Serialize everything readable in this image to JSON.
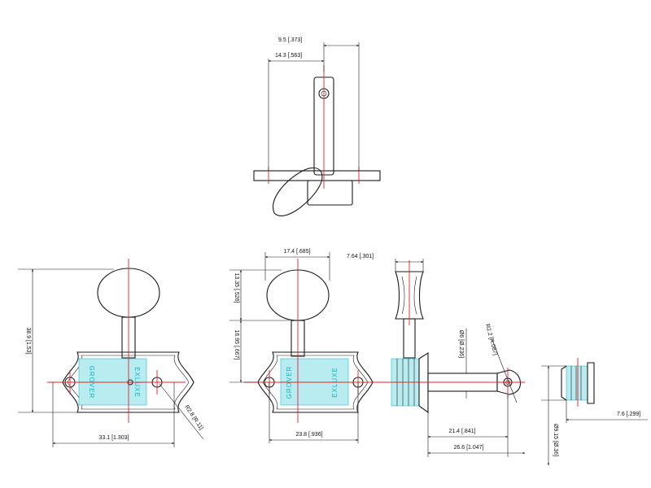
{
  "top_view": {
    "dims": [
      "9.5 [.373]",
      "14.3 [.563]"
    ]
  },
  "side_view": {
    "dims": [
      "38.9 [1.53]",
      "33.1 [1.303]",
      "R2.8 [R.11]"
    ],
    "brand_left": "GROVER",
    "brand_right": "EXLUXE"
  },
  "front_view": {
    "dims": [
      "17.4 [.685]",
      "13.35 [.526]",
      "16.95 [.667]",
      "23.8 [.936]"
    ],
    "brand_left": "GROVER",
    "brand_right": "EXLUXE"
  },
  "post_view": {
    "dims": [
      "7.64 [.301]",
      "Ø6 [Ø.236]",
      "R2.2 [R.087]",
      "21.4 [.841]",
      "26.6 [1.047]"
    ]
  },
  "bushing_view": {
    "dims": [
      "7.6 [.299]",
      "Ø9.15 [Ø.36]"
    ]
  }
}
